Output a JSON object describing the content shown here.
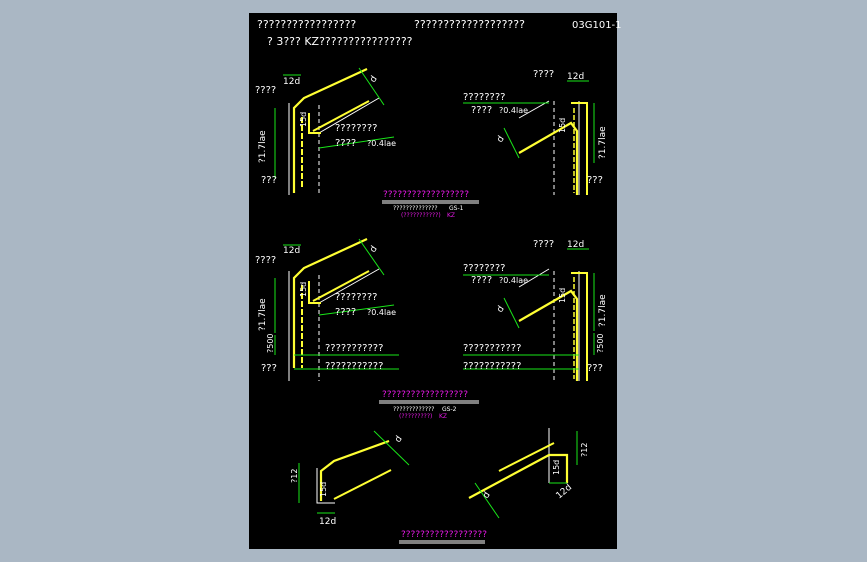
{
  "sheet": {
    "header": {
      "line1_left": "?????????????????",
      "line1_mid": "???????????????????",
      "atlas_code": "03G101-1",
      "line2": "? 3??? KZ????????????????"
    },
    "dims": {
      "d12": "12d",
      "d15": "15d",
      "d17": "?1.7lae",
      "d04": "?0.4lae",
      "d500": "?500",
      "d12_short": "?12",
      "dim_d": "d"
    },
    "labels": {
      "q4": "????",
      "q3": "???",
      "q8": "????????",
      "q4b": "????",
      "q11": "???????????"
    },
    "captions": {
      "c1_title": "??????????????????",
      "c1_sub": "??????????????",
      "c1_tag": "GS-1",
      "c1_note": "(???????????)",
      "c1_note2": "KZ",
      "c2_title": "??????????????????",
      "c2_sub": "?????????????",
      "c2_tag": "GS-2",
      "c2_note": "(?????????)",
      "c2_note2": "KZ",
      "c3_title": "??????????????????"
    },
    "colors": {
      "background": "#aab7c4",
      "sheet": "#000000",
      "rebar": "#ffff33",
      "dimension": "#19e619",
      "text": "#ffffff",
      "caption": "#e619e6"
    }
  }
}
